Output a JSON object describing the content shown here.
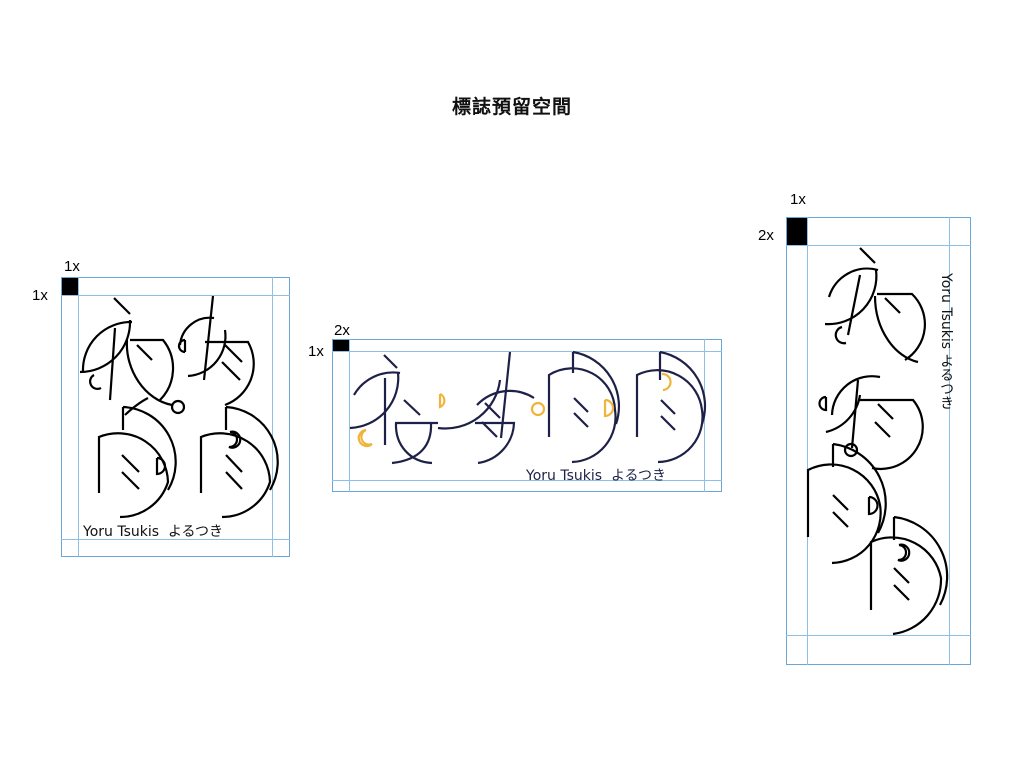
{
  "title": "標誌預留空間",
  "colors": {
    "guide": "#6aa6d6",
    "mono_stroke": "#000000",
    "navy_stroke": "#1e2147",
    "accent": "#f0b43a"
  },
  "panels": [
    {
      "id": "square",
      "unit_x_label": "1x",
      "unit_y_label": "1x",
      "caption_en": "Yoru Tsukis",
      "caption_jp": "よるつき",
      "style": "mono"
    },
    {
      "id": "horizontal",
      "unit_x_label": "2x",
      "unit_y_label": "1x",
      "caption_en": "Yoru Tsukis",
      "caption_jp": "よるつき",
      "style": "color"
    },
    {
      "id": "vertical",
      "unit_x_label": "1x",
      "unit_y_label": "2x",
      "caption_en": "Yoru Tsukis",
      "caption_jp": "よるつき",
      "style": "mono"
    }
  ]
}
